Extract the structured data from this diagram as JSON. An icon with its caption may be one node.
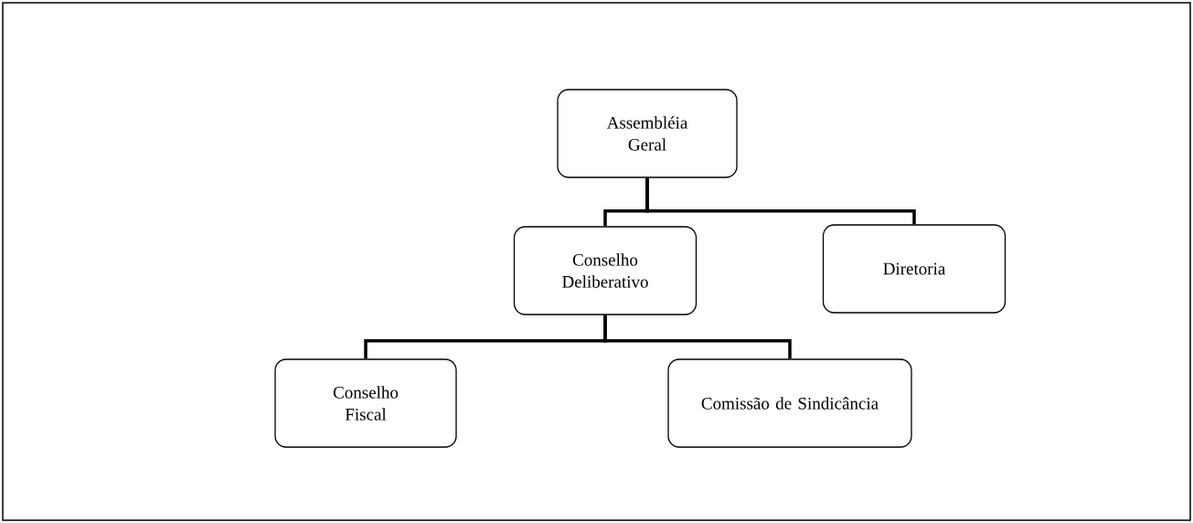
{
  "diagram": {
    "nodes": [
      {
        "text": [
          "Assembléia Geral"
        ]
      },
      {
        "text": [
          "Conselho Deliberativo"
        ]
      },
      {
        "text": [
          "Diretoria"
        ]
      },
      {
        "text": [
          "Conselho Fiscal"
        ]
      },
      {
        "text": [
          "Comissão de Sindicância"
        ]
      }
    ],
    "edges": [
      {
        "from": 0,
        "to": 1,
        "arrow": "none"
      },
      {
        "from": 0,
        "to": 2,
        "arrow": "none"
      },
      {
        "from": 1,
        "to": 3,
        "arrow": "none"
      },
      {
        "from": 1,
        "to": 4,
        "arrow": "none"
      }
    ]
  }
}
